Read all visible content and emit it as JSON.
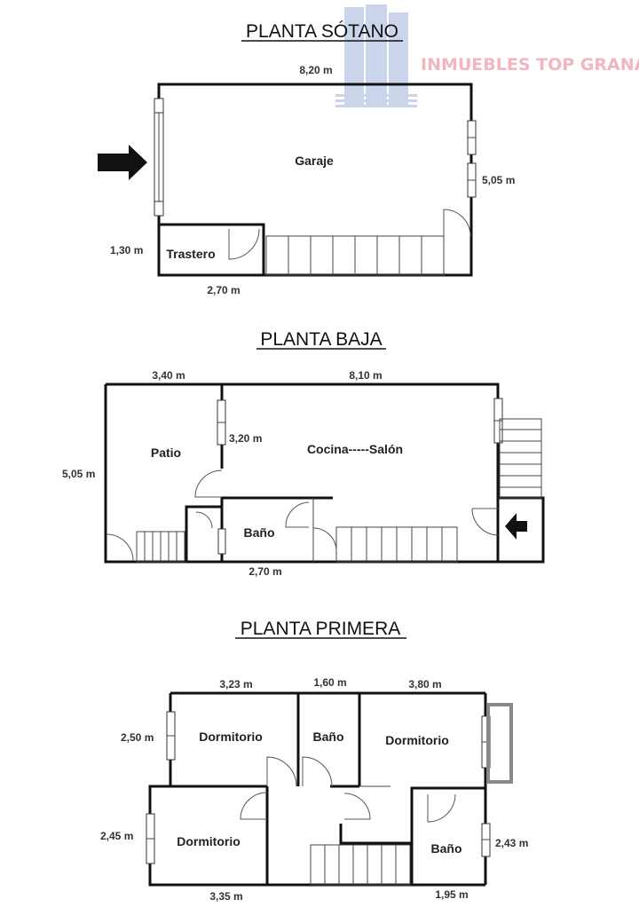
{
  "watermark": {
    "text": "INMUEBLES TOP GRANADA",
    "color": "#f2b7be",
    "logo_color": "#9fb4dd"
  },
  "sotano": {
    "title": "PLANTA SÓTANO",
    "dims": {
      "top": "8,20 m",
      "right": "5,05 m",
      "left": "1,30 m",
      "bottom": "2,70 m"
    },
    "rooms": {
      "garaje": "Garaje",
      "trastero": "Trastero"
    }
  },
  "baja": {
    "title": "PLANTA BAJA",
    "dims": {
      "top_left": "3,40 m",
      "top_right": "8,10 m",
      "patio_inner": "3,20 m",
      "left": "5,05 m",
      "bottom": "2,70 m"
    },
    "rooms": {
      "patio": "Patio",
      "cocina_salon": "Cocina-----Salón",
      "bano": "Baño"
    }
  },
  "primera": {
    "title": "PLANTA PRIMERA",
    "dims": {
      "top_a": "3,23 m",
      "top_b": "1,60 m",
      "top_c": "3,80 m",
      "left_top": "2,50 m",
      "left_bottom": "2,45 m",
      "right": "2,43 m",
      "bottom_a": "3,35 m",
      "bottom_b": "1,95 m"
    },
    "rooms": {
      "dormitorio_1": "Dormitorio",
      "bano_1": "Baño",
      "dormitorio_2": "Dormitorio",
      "dormitorio_3": "Dormitorio",
      "bano_2": "Baño"
    }
  }
}
